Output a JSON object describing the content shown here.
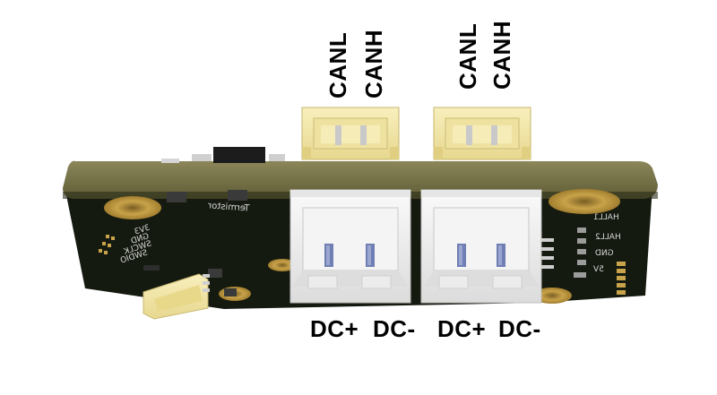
{
  "labels": {
    "connector_1": {
      "canl": "CANL",
      "canh": "CANH"
    },
    "connector_2": {
      "canl": "CANL",
      "canh": "CANH"
    },
    "power_1": {
      "dc_plus": "DC+",
      "dc_minus": "DC-"
    },
    "power_2": {
      "dc_plus": "DC+",
      "dc_minus": "DC-"
    }
  },
  "silkscreen": {
    "termistor": "Termistor",
    "v33": "3V3",
    "gnd_left": "GND",
    "swclk": "SWCLK",
    "swdio": "SWDIO",
    "hall1": "HALL1",
    "hall2": "HALL2",
    "gnd_right": "GND",
    "v5": "5V"
  },
  "colors": {
    "pcb_edge": "#7d7a4a",
    "pcb_top": "#14190f",
    "gold_pad": "#c7a24b",
    "connector_cream": "#f3e7a8",
    "connector_white": "#f2f2f2",
    "pin_blue": "#6f7fb3"
  }
}
